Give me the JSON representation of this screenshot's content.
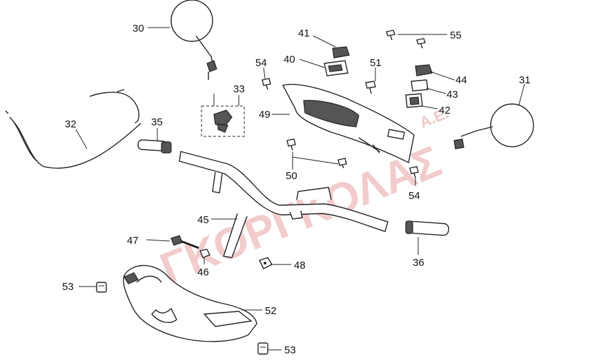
{
  "watermark": {
    "brand": "ΓΚΟΡΓΚΟΛΑΣ",
    "suffix": "A.E."
  },
  "callouts": [
    {
      "id": "30",
      "label": "30"
    },
    {
      "id": "41",
      "label": "41"
    },
    {
      "id": "55",
      "label": "55"
    },
    {
      "id": "54a",
      "label": "54"
    },
    {
      "id": "40",
      "label": "40"
    },
    {
      "id": "51",
      "label": "51"
    },
    {
      "id": "44",
      "label": "44"
    },
    {
      "id": "31",
      "label": "31"
    },
    {
      "id": "33",
      "label": "33"
    },
    {
      "id": "43",
      "label": "43"
    },
    {
      "id": "32",
      "label": "32"
    },
    {
      "id": "42",
      "label": "42"
    },
    {
      "id": "35",
      "label": "35"
    },
    {
      "id": "49",
      "label": "49"
    },
    {
      "id": "50",
      "label": "50"
    },
    {
      "id": "54b",
      "label": "54"
    },
    {
      "id": "45",
      "label": "45"
    },
    {
      "id": "47",
      "label": "47"
    },
    {
      "id": "36",
      "label": "36"
    },
    {
      "id": "48",
      "label": "48"
    },
    {
      "id": "46",
      "label": "46"
    },
    {
      "id": "53a",
      "label": "53"
    },
    {
      "id": "52",
      "label": "52"
    },
    {
      "id": "53b",
      "label": "53"
    }
  ]
}
